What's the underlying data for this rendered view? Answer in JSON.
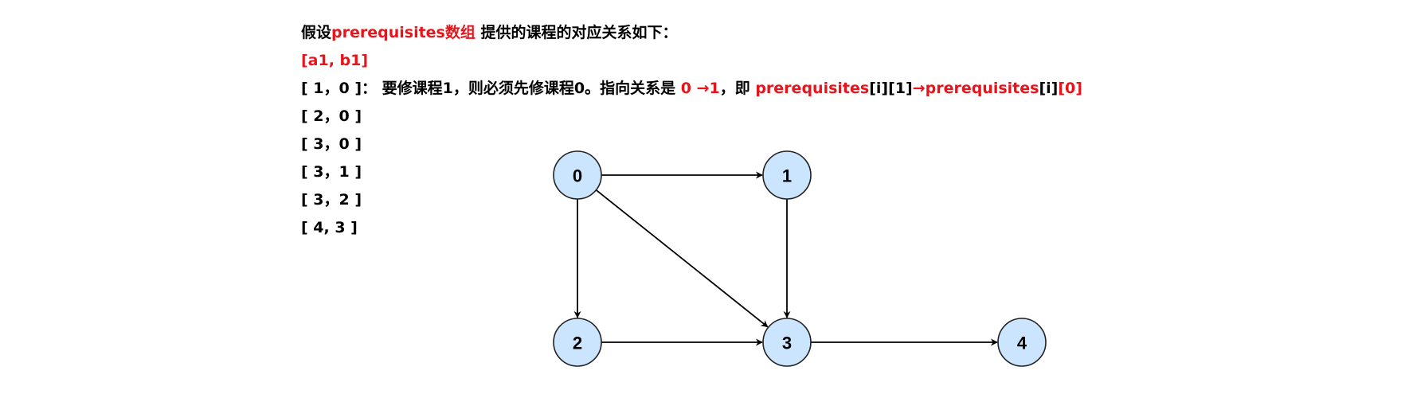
{
  "intro": {
    "prefix": "假设",
    "highlight": "prerequisites数组",
    "suffix": " 提供的课程的对应关系如下："
  },
  "format_line": "[a1, b1]",
  "first_pair": {
    "pair": "[ 1，0 ]：",
    "explain": " 要修课程1，则必须先修课程0。指向关系是 ",
    "relation": "0 →1",
    "middle": "，即 ",
    "p1": "prerequisites",
    "b1": "[i]",
    "b2": "[1]",
    "arrow": "→",
    "p2": "prerequisites",
    "b3": "[i]",
    "b4": "[0]"
  },
  "pairs": [
    "[ 2，0 ]",
    "[ 3，0 ]",
    "[ 3，1 ]",
    "[ 3，2 ]",
    "[ 4, 3 ]"
  ],
  "graph": {
    "nodes": [
      {
        "id": "0",
        "label": "0"
      },
      {
        "id": "1",
        "label": "1"
      },
      {
        "id": "2",
        "label": "2"
      },
      {
        "id": "3",
        "label": "3"
      },
      {
        "id": "4",
        "label": "4"
      }
    ],
    "edges": [
      {
        "from": "0",
        "to": "1"
      },
      {
        "from": "0",
        "to": "2"
      },
      {
        "from": "0",
        "to": "3"
      },
      {
        "from": "1",
        "to": "3"
      },
      {
        "from": "2",
        "to": "3"
      },
      {
        "from": "3",
        "to": "4"
      }
    ],
    "colors": {
      "node_fill": "#cce5ff",
      "node_stroke": "#222222",
      "edge": "#000000",
      "highlight_text": "#e8141b"
    }
  }
}
